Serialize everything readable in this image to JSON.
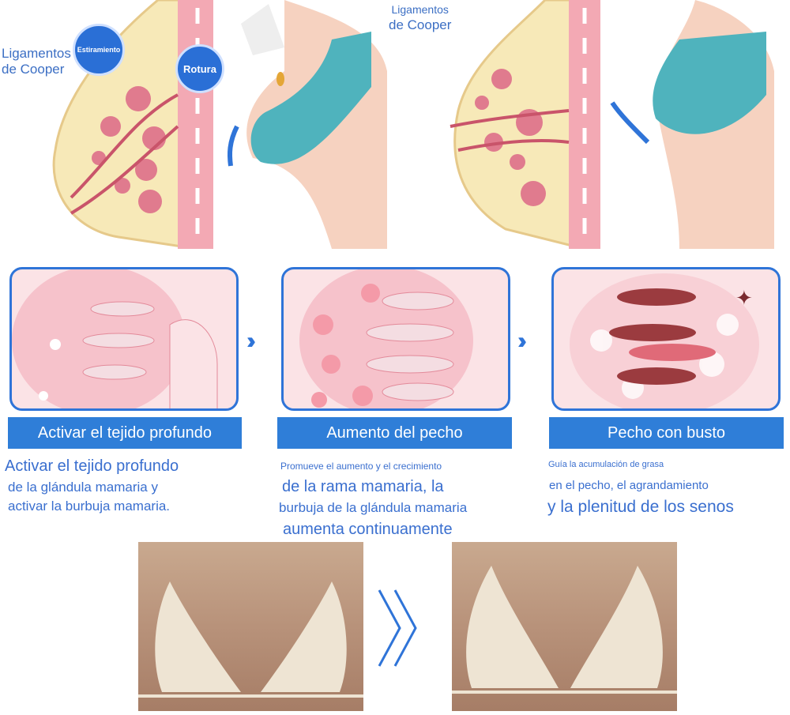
{
  "top": {
    "cooper_left": [
      "Ligamentos",
      "de Cooper"
    ],
    "cooper_right": [
      "Ligamentos",
      "de Cooper"
    ],
    "stretch": "Estiramiento",
    "rupture": "Rotura"
  },
  "steps": [
    {
      "label": "Activar el tejido profundo",
      "lines": [
        "Activar el tejido profundo",
        "de la glándula mamaria y",
        "activar la burbuja mamaria."
      ]
    },
    {
      "label": "Aumento del pecho",
      "lines": [
        "Promueve el aumento y el crecimiento",
        "de la rama mamaria, la",
        "burbuja de la glándula mamaria",
        "aumenta continuamente"
      ]
    },
    {
      "label": "Pecho con busto",
      "lines": [
        "Guía la acumulación de grasa",
        "en el pecho, el agrandamiento",
        "y la plenitud de los senos"
      ]
    }
  ],
  "colors": {
    "accent": "#2f7ed8",
    "tissue": "#f7e9b8",
    "pink": "#e58a9a",
    "bra": "#4fb3bd"
  }
}
